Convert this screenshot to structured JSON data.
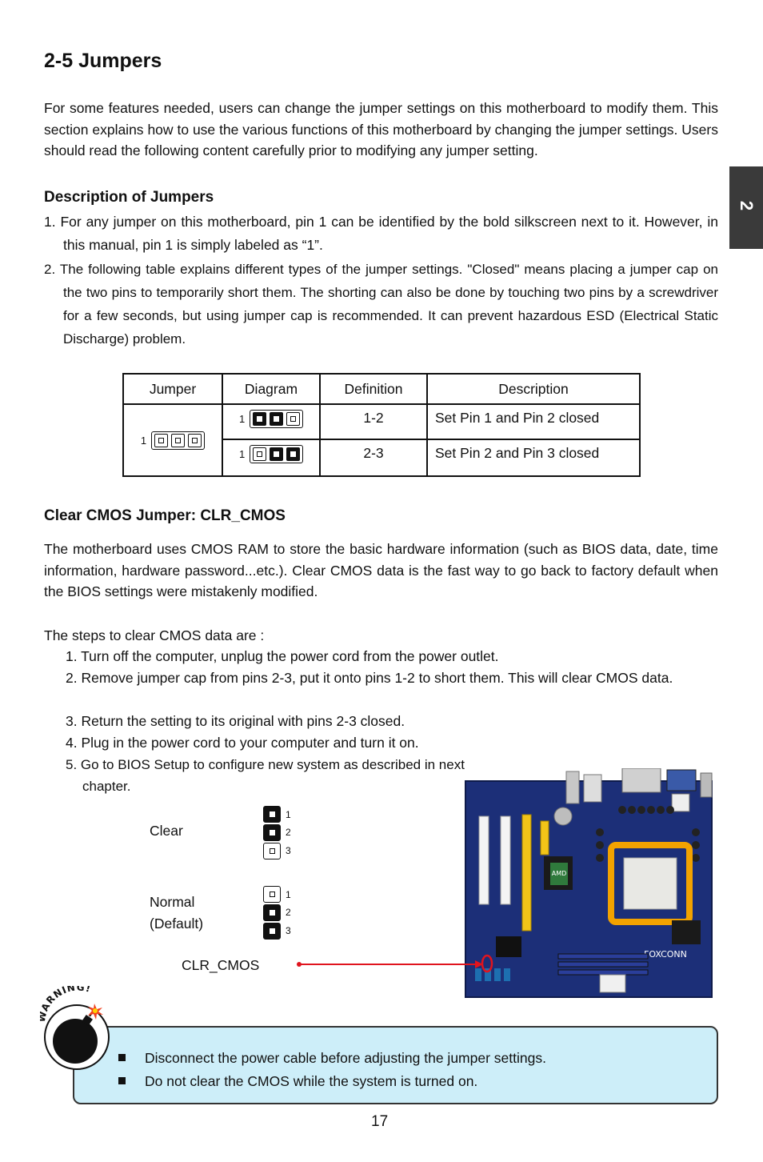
{
  "section_tab": "2",
  "title": "2-5 Jumpers",
  "intro": "For some features needed, users can change the jumper settings on this motherboard to modify them. This section explains how to use the various functions of this motherboard by changing the jumper settings. Users should read the following content carefully prior to modifying any jumper setting.",
  "description": {
    "heading": "Description of Jumpers",
    "items": [
      "1. For any jumper on this motherboard, pin 1 can be identified by the bold silkscreen next to it. However, in this manual, pin 1 is simply labeled as “1”.",
      "2. The following table explains different types of the jumper settings. \"Closed\" means placing a jumper cap on the two pins to temporarily short them. The shorting can also be done by touching two pins by a screwdriver for a few seconds, but using jumper cap is recommended. It can prevent hazardous ESD (Electrical Static Discharge) problem."
    ]
  },
  "table": {
    "headers": [
      "Jumper",
      "Diagram",
      "Definition",
      "Description"
    ],
    "pin_label": "1",
    "rows": [
      {
        "definition": "1-2",
        "description": "Set Pin 1 and Pin 2 closed"
      },
      {
        "definition": "2-3",
        "description": "Set Pin 2 and Pin 3 closed"
      }
    ]
  },
  "clr_cmos": {
    "heading": "Clear CMOS Jumper: CLR_CMOS",
    "para": "The motherboard uses CMOS RAM to store the basic hardware information (such as BIOS data, date, time information, hardware password...etc.). Clear CMOS data is the fast way to go back to factory default when the BIOS settings were mistakenly modified.",
    "steps_intro": "The steps to clear CMOS data are :",
    "steps": [
      "1. Turn off the computer, unplug the power cord from the power outlet.",
      "2. Remove jumper cap from pins 2-3, put it onto pins 1-2 to short them. This will clear CMOS data.",
      "3. Return the setting to its original with pins 2-3 closed.",
      "4. Plug in the power cord to your computer and turn it on.",
      "5. Go to BIOS Setup to configure new system as described in next chapter."
    ],
    "clear_label": "Clear",
    "normal_label": "Normal",
    "default_label": "(Default)",
    "pin_numbers": [
      "1",
      "2",
      "3"
    ],
    "callout_label": "CLR_CMOS",
    "board_labels": {
      "brand": "FOXCONN",
      "chip": "AMD"
    }
  },
  "warning": {
    "badge": "WARNING!",
    "items": [
      "Disconnect the power cable before adjusting the jumper settings.",
      "Do not clear the CMOS while the system is turned on."
    ]
  },
  "page_number": "17",
  "colors": {
    "warning_bg": "#cdeef9",
    "board": "#1c2f78",
    "callout": "#e0141e",
    "tab": "#3a3a3a"
  }
}
